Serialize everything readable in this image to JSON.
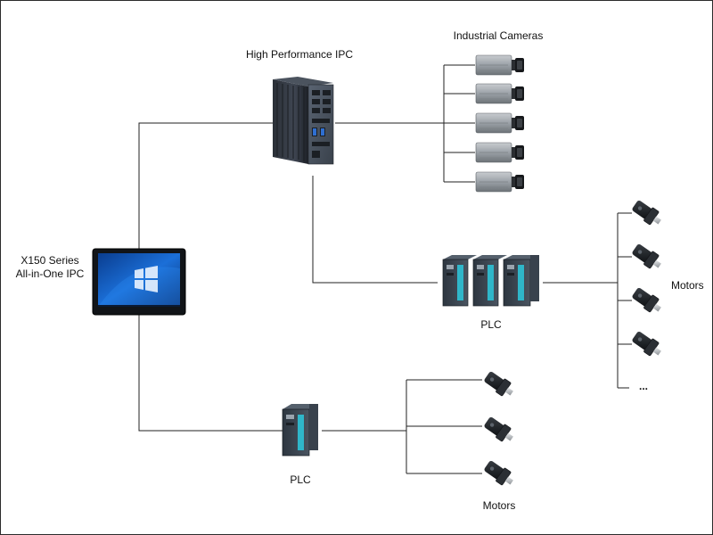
{
  "diagram": {
    "labels": {
      "aio_ipc_line1": "X150 Series",
      "aio_ipc_line2": "All-in-One IPC",
      "hp_ipc": "High Performance IPC",
      "cameras": "Industrial Cameras",
      "plc_right": "PLC",
      "motors_right": "Motors",
      "ellipsis": "...",
      "plc_bottom": "PLC",
      "motors_bottom": "Motors"
    }
  }
}
